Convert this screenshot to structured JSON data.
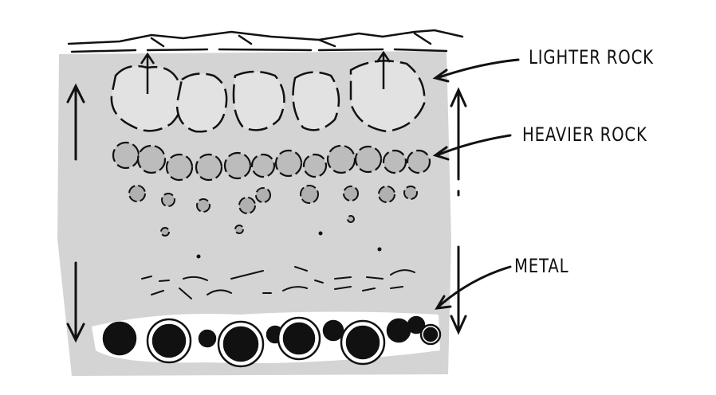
{
  "diagram": {
    "labels": {
      "lighter_rock": "LIGHTER ROCK",
      "heavier_rock": "HEAVIER ROCK",
      "metal": "METAL"
    },
    "colors": {
      "background_layer": "#d4d4d4",
      "light_rock": "#e2e2e2",
      "heavy_rock": "#b8b8b8",
      "metal": "#111111"
    }
  }
}
